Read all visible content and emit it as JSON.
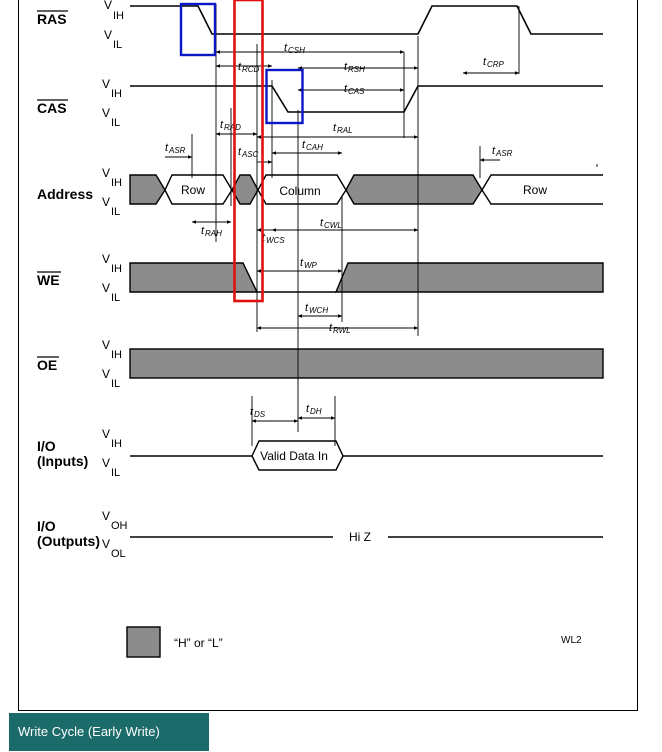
{
  "diagram": {
    "signals": {
      "ras": "RAS",
      "cas": "CAS",
      "address": "Address",
      "we": "WE",
      "oe": "OE",
      "io_inputs": [
        "I/O",
        "(Inputs)"
      ],
      "io_outputs": [
        "I/O",
        "(Outputs)"
      ]
    },
    "levels": {
      "high_input": {
        "base": "V",
        "sub": "IH"
      },
      "low_input": {
        "base": "V",
        "sub": "IL"
      },
      "high_output": {
        "base": "V",
        "sub": "OH"
      },
      "low_output": {
        "base": "V",
        "sub": "OL"
      }
    },
    "timing_params": {
      "t_csh": {
        "base": "t",
        "sub": "CSH"
      },
      "t_rcd": {
        "base": "t",
        "sub": "RCD"
      },
      "t_rsh": {
        "base": "t",
        "sub": "RSH"
      },
      "t_crp": {
        "base": "t",
        "sub": "CRP"
      },
      "t_cas": {
        "base": "t",
        "sub": "CAS"
      },
      "t_rad": {
        "base": "t",
        "sub": "RAD"
      },
      "t_ral": {
        "base": "t",
        "sub": "RAL"
      },
      "t_asr1": {
        "base": "t",
        "sub": "ASR"
      },
      "t_asc": {
        "base": "t",
        "sub": "ASC"
      },
      "t_cah": {
        "base": "t",
        "sub": "CAH"
      },
      "t_asr2": {
        "base": "t",
        "sub": "ASR"
      },
      "t_rah": {
        "base": "t",
        "sub": "RAH"
      },
      "t_wcs": {
        "base": "t",
        "sub": "WCS"
      },
      "t_cwl": {
        "base": "t",
        "sub": "CWL"
      },
      "t_wp": {
        "base": "t",
        "sub": "WP"
      },
      "t_wch": {
        "base": "t",
        "sub": "WCH"
      },
      "t_rwl": {
        "base": "t",
        "sub": "RWL"
      },
      "t_ds": {
        "base": "t",
        "sub": "DS"
      },
      "t_dh": {
        "base": "t",
        "sub": "DH"
      }
    },
    "cells": {
      "row1": "Row",
      "column": "Column",
      "row2": "Row",
      "valid_data": "Valid Data In",
      "hi_z": "Hi Z"
    },
    "legend": {
      "text": "“H” or “L”",
      "fill_color": "#8c8c8c"
    },
    "figure_code": "WL2",
    "highlight_colors": {
      "red": "#e01010",
      "blue": "#0a18c8"
    }
  },
  "caption": "Write Cycle (Early Write)"
}
